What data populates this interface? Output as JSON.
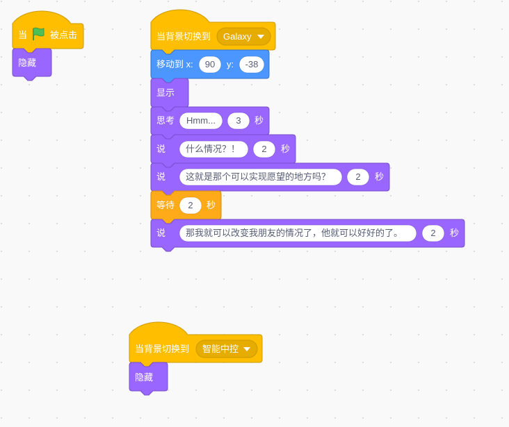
{
  "colors": {
    "events": "#ffbf00",
    "events_edge": "#cc9900",
    "events_dark": "#e6ac00",
    "looks": "#9966ff",
    "looks_edge": "#774dcb",
    "motion": "#4c97ff",
    "motion_edge": "#3373cc",
    "control": "#ffab19",
    "control_edge": "#cf8b17",
    "flag": "#4cbf56"
  },
  "script1": {
    "hat_prefix": "当",
    "flag_icon": "green-flag-icon",
    "hat_suffix": "被点击",
    "hide_label": "隐藏"
  },
  "script2": {
    "hat_label": "当背景切换到",
    "backdrop_value": "Galaxy",
    "dropdown_icon": "caret-down-icon",
    "goto_label": "移动到 x:",
    "goto_x": "90",
    "goto_y_label": "y:",
    "goto_y": "-38",
    "show_label": "显示",
    "think_label": "思考",
    "think_message": "Hmm...",
    "think_secs": "3",
    "think_unit": "秒",
    "say1_label": "说",
    "say1_message": "什么情况？！",
    "say1_secs": "2",
    "say1_unit": "秒",
    "say2_label": "说",
    "say2_message": "这就是那个可以实现愿望的地方吗？",
    "say2_secs": "2",
    "say2_unit": "秒",
    "wait_label": "等待",
    "wait_secs": "2",
    "wait_unit": "秒",
    "say3_label": "说",
    "say3_message": "那我就可以改变我朋友的情况了，他就可以好好的了。",
    "say3_secs": "2",
    "say3_unit": "秒"
  },
  "script3": {
    "hat_label": "当背景切换到",
    "backdrop_value": "智能中控",
    "dropdown_icon": "caret-down-icon",
    "hide_label": "隐藏"
  }
}
